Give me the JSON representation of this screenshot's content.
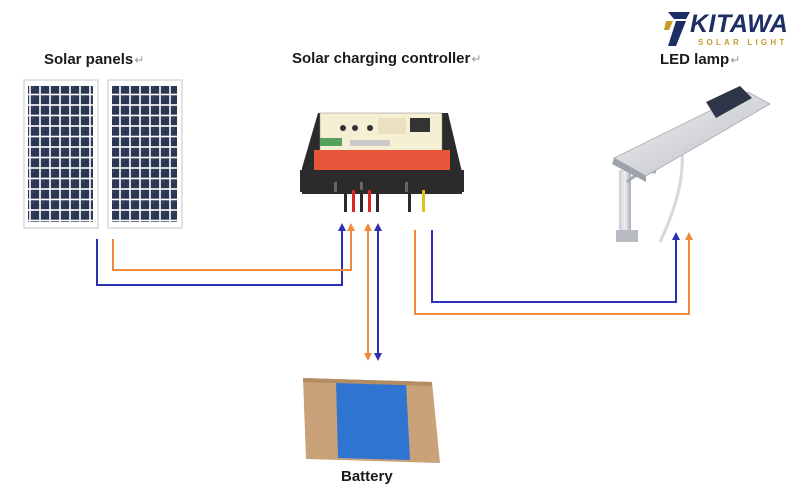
{
  "labels": {
    "solar_panels": "Solar panels",
    "controller": "Solar charging controller",
    "led_lamp": "LED lamp",
    "battery": "Battery",
    "paragraph_mark": "↵"
  },
  "logo": {
    "brand": "KITAWA",
    "tagline": "SOLAR LIGHT"
  },
  "colors": {
    "positive_wire": "#f08a3c",
    "negative_wire": "#2b2fb3",
    "brand_navy": "#1c2e63",
    "brand_gold": "#c69a2d",
    "controller_orange": "#e8553a",
    "battery_blue": "#2f74d0"
  }
}
